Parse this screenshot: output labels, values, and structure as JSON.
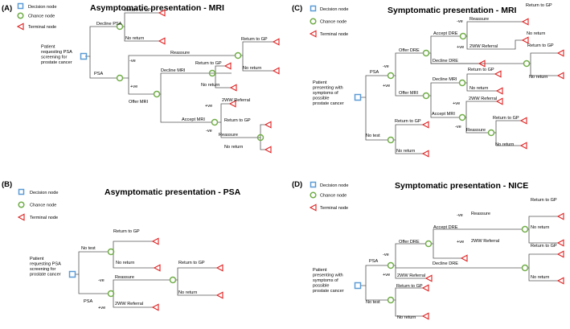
{
  "legend": {
    "decision": "Decision node",
    "chance": "Chance node",
    "terminal": "Terminal node"
  },
  "colors": {
    "decision": "#5b9bd5",
    "chance": "#70ad47",
    "terminal": "#e02020",
    "edge": "#555555"
  },
  "panels": {
    "A": {
      "tag": "(A)",
      "title": "Asymptomatic presentation - MRI",
      "patient": [
        "Patient",
        "requesting PSA",
        "screening for",
        "prostate cancer"
      ],
      "labels": {
        "decline_psa": "Decline PSA",
        "rtgp1": "Return to GP",
        "nr1": "No return",
        "psa": "PSA",
        "neg": "-ve",
        "reassure": "Reassure",
        "rtgp2": "Return to GP",
        "nr2": "No return",
        "pos": "+ve",
        "offer_mri": "Offer MRI",
        "decline_mri": "Decline MRI",
        "rtgp3": "Return to GP",
        "nr3": "No return",
        "accept_mri": "Accept MRI",
        "pos2": "+ve",
        "twoww": "2WW Referral",
        "neg2": "-ve",
        "reassure2": "Reassure",
        "rtgp4": "Return to GP",
        "nr4": "No return"
      }
    },
    "B": {
      "tag": "(B)",
      "title": "Asymptomatic presentation - PSA",
      "patient": [
        "Patient",
        "requesting PSA",
        "screening for",
        "prostate cancer"
      ],
      "labels": {
        "no_test": "No test",
        "rtgp1": "Return to GP",
        "nr1": "No return",
        "neg": "-ve",
        "reassure": "Reassure",
        "rtgp2": "Return to GP",
        "nr2": "No return",
        "psa": "PSA",
        "pos": "+ve",
        "twoww": "2WW Referral"
      }
    },
    "C": {
      "tag": "(C)",
      "title": "Symptomatic presentation - MRI",
      "patient": [
        "Patient",
        "presenting with",
        "symptoms of",
        "possible",
        "prostate cancer"
      ],
      "labels": {
        "neg_r": "-ve",
        "reassure": "Reassure",
        "rtgp1": "Return to GP",
        "nr1": "No return",
        "accept_dre": "Accept DRE",
        "pos_r": "+ve",
        "twoww1": "2WW Referral",
        "offer_dre": "Offer DRE",
        "decline_dre": "Decline DRE",
        "rtgp2": "Return to GP",
        "nr2": "No return",
        "psa": "PSA",
        "neg": "-ve",
        "pos": "+ve",
        "rtgp3": "Return to GP",
        "decline_mri": "Decline MRI",
        "nr3": "No return",
        "offer_mri": "Offer MRI",
        "pos2": "+ve",
        "twoww2": "2WW Referral",
        "accept_mri": "Accept MRI",
        "neg2": "-ve",
        "rtgp4": "Return to GP",
        "reassure2": "Reassure",
        "nr4": "No return",
        "rtgp5": "Return to GP",
        "no_test": "No test",
        "nr5": "No return"
      }
    },
    "D": {
      "tag": "(D)",
      "title": "Symptomatic presentation - NICE",
      "patient": [
        "Patient",
        "presenting with",
        "symptoms of",
        "possible",
        "prostate cancer"
      ],
      "labels": {
        "rtgp1": "Return to GP",
        "neg_r": "-ve",
        "reassure": "Reassure",
        "nr1": "No return",
        "accept_dre": "Accept DRE",
        "pos_r": "+ve",
        "twoww1": "2WW Referral",
        "offer_dre": "Offer DRE",
        "rtgp2": "Return to GP",
        "neg": "-ve",
        "decline_dre": "Decline DRE",
        "psa": "PSA",
        "nr2": "No return",
        "pos": "+ve",
        "twoww2": "2WW Referral",
        "rtgp3": "Return to GP",
        "no_test": "No test",
        "nr3": "No return"
      }
    }
  }
}
